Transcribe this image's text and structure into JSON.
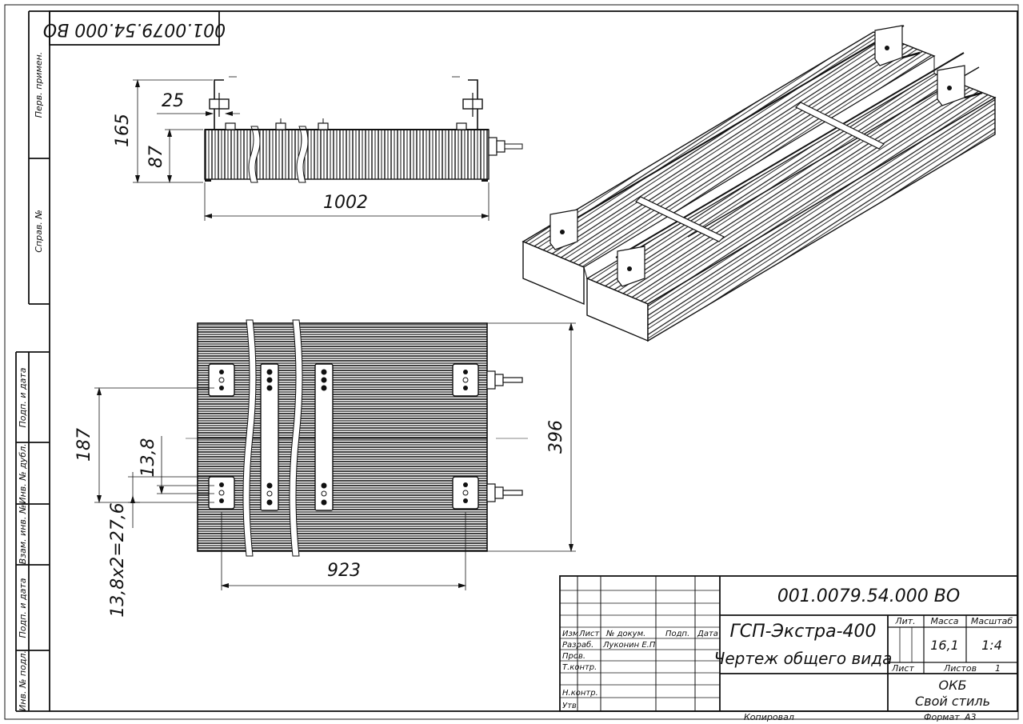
{
  "stamp": {
    "doc_code": "001.0079.54.000 ВО"
  },
  "side_frame": {
    "perv_primen": "Перв. примен.",
    "sprav_no": "Справ. №",
    "podp_data_1": "Подп. и дата",
    "inv_dubl": "Инв. № дубл.",
    "vzam_inv": "Взам. инв. №",
    "podp_data_2": "Подп. и дата",
    "inv_podl": "Инв. № подл."
  },
  "dimensions": {
    "front_25": "25",
    "front_165": "165",
    "front_87": "87",
    "front_1002": "1002",
    "top_187": "187",
    "top_13_8": "13,8",
    "top_13_8x2": "13,8х2=27,6",
    "top_396": "396",
    "top_923": "923"
  },
  "title_block": {
    "doc_code": "001.0079.54.000 ВО",
    "product": "ГСП-Экстра-400",
    "doc_title": "Чертеж общего вида",
    "hdr_izm": "Изм",
    "hdr_list": "Лист",
    "hdr_dokum": "№ докум.",
    "hdr_podp": "Подп.",
    "hdr_data": "Дата",
    "razrab": "Разраб.",
    "razrab_name": "Луконин Е.П",
    "prov": "Пров.",
    "tkontr": "Т.контр.",
    "nkontr": "Н.контр.",
    "utv": "Утв.",
    "lit": "Лит.",
    "massa": "Масса",
    "masshtab": "Масштаб",
    "massa_val": "16,1",
    "masshtab_val": "1:4",
    "list": "Лист",
    "listov": "Листов",
    "listov_val": "1",
    "org_1": "ОКБ",
    "org_2": "Свой стиль",
    "kopiroval": "Копировал",
    "format": "Формат",
    "format_val": "А3"
  }
}
